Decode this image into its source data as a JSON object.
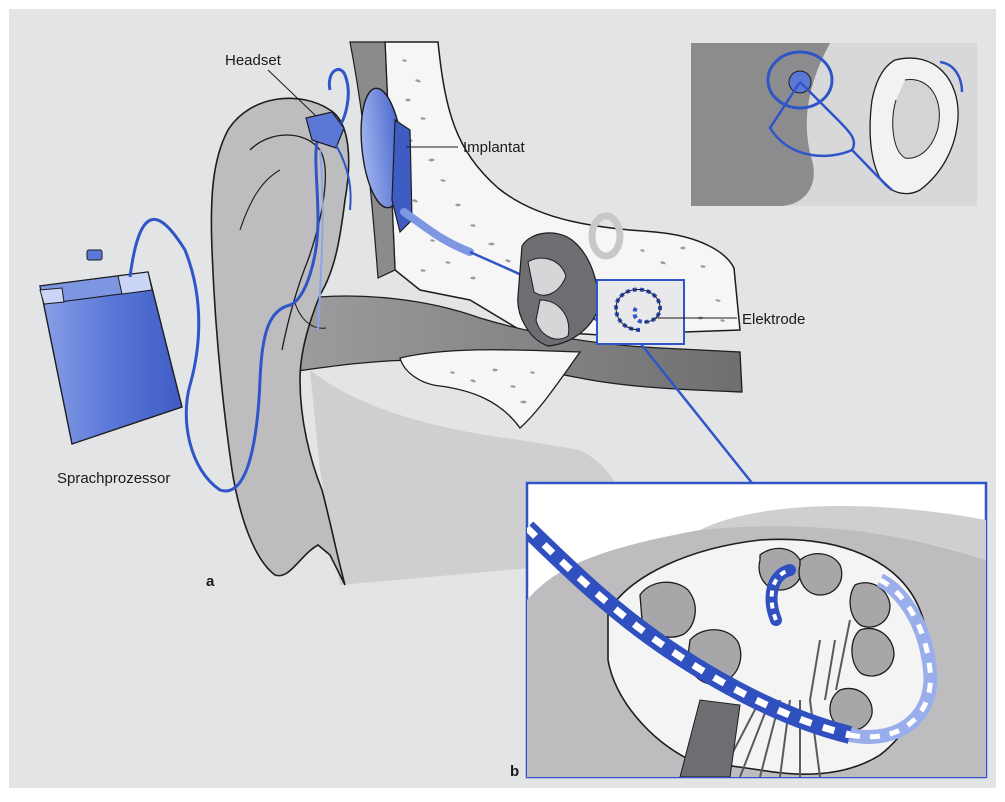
{
  "labels": {
    "headset": "Headset",
    "implantat": "Implantat",
    "elektrode": "Elektrode",
    "sprachprozessor": "Sprachprozessor"
  },
  "figure_labels": {
    "a": "a",
    "b": "b"
  },
  "colors": {
    "panel_background": "#e3e4e6",
    "device_blue": "#5b78d6",
    "wire_blue": "#2f55c8",
    "tissue_gray": "#a9a9ab",
    "bone_white": "#f6f6f6",
    "outline": "#1d1d1f"
  }
}
